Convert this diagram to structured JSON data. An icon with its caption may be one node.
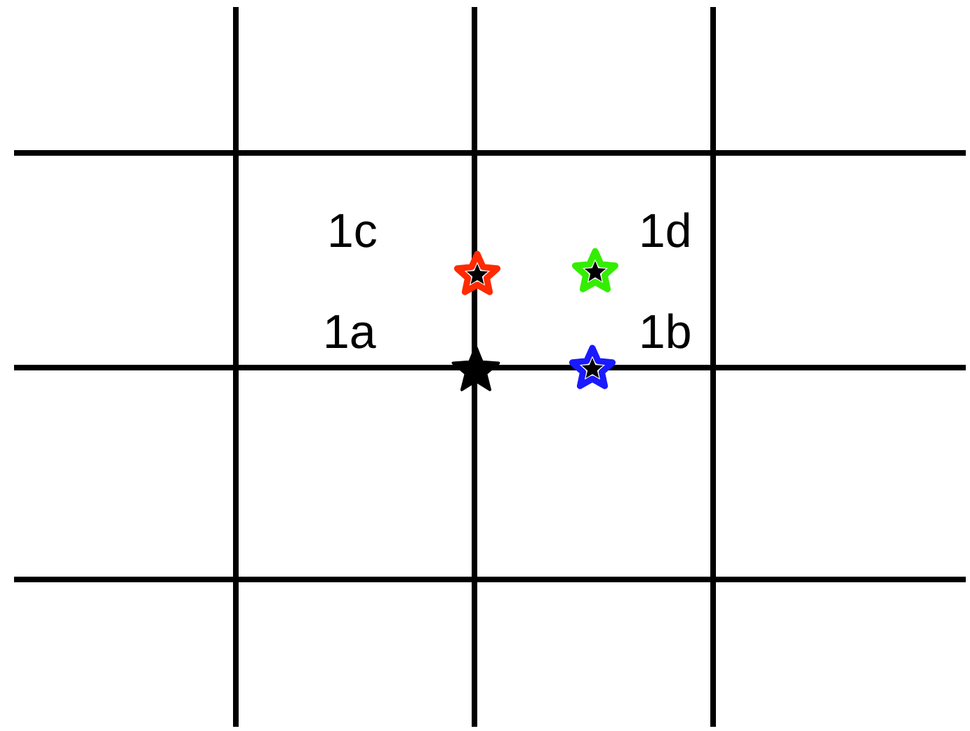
{
  "diagram": {
    "labels": [
      "1c",
      "1d",
      "1a",
      "1b"
    ]
  }
}
